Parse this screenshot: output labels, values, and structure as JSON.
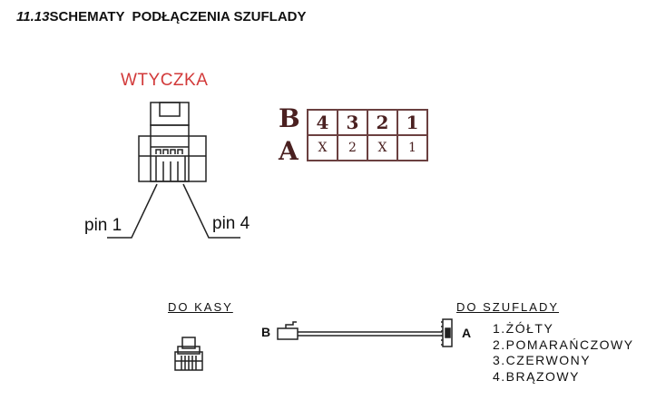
{
  "title": {
    "number": "11.13",
    "text": "SCHEMATY  PODŁĄCZENIA SZUFLADY"
  },
  "plug_label": "WTYCZKA",
  "pin_left": "pin 1",
  "pin_right": "pin 4",
  "pin_table": {
    "row_labels": [
      "B",
      "A"
    ],
    "B": [
      "4",
      "3",
      "2",
      "1"
    ],
    "A": [
      "X",
      "2",
      "X",
      "1"
    ]
  },
  "cable": {
    "to_register": "DO KASY",
    "to_drawer": "DO SZUFLADY",
    "end_b": "B",
    "end_a": "A",
    "wires": [
      "1.ŻÓŁTY",
      "2.POMARAŃCZOWY",
      "3.CZERWONY",
      "4.BRĄZOWY"
    ]
  }
}
